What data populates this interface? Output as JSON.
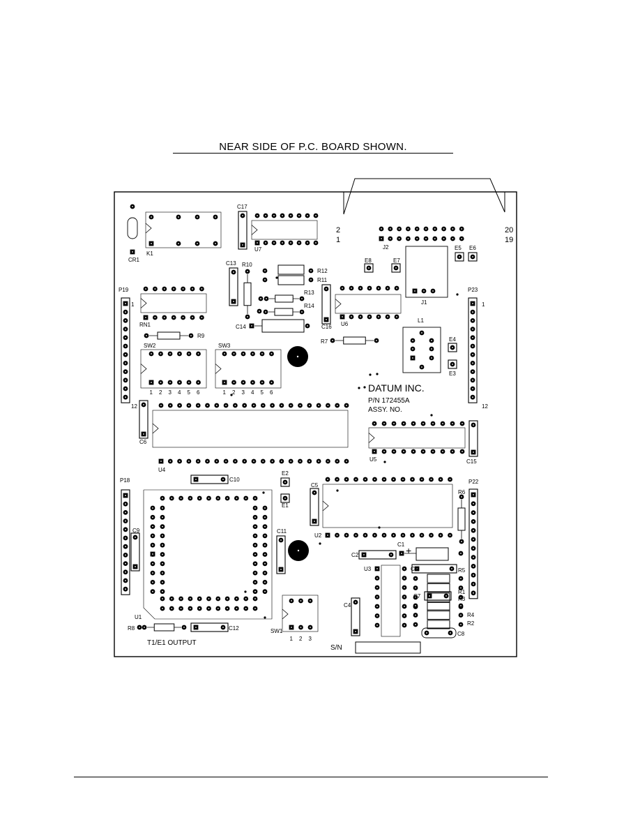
{
  "heading": "NEAR SIDE OF P.C. BOARD SHOWN.",
  "company": "DATUM INC.",
  "part_number": "P/N 172455A",
  "assembly": "ASSY. NO.",
  "serial_label": "S/N",
  "output_label": "T1/E1 OUTPUT",
  "connector_pins": {
    "j2_top_left": "2",
    "j2_bottom_left": "1",
    "j2_top_right": "20",
    "j2_bottom_right": "19",
    "p19_first": "1",
    "p19_last": "12",
    "p23_first": "1",
    "p23_last": "12",
    "rn1_pin": "1"
  },
  "switch_positions": {
    "sw2": [
      "1",
      "2",
      "3",
      "4",
      "5",
      "6"
    ],
    "sw3": [
      "1",
      "2",
      "3",
      "4",
      "5",
      "6"
    ],
    "sw1": [
      "1",
      "2",
      "3"
    ]
  },
  "refdes": {
    "U1": "U1",
    "U2": "U2",
    "U3": "U3",
    "U4": "U4",
    "U5": "U5",
    "U6": "U6",
    "U7": "U7",
    "K1": "K1",
    "CR1": "CR1",
    "RN1": "RN1",
    "SW1": "SW1",
    "SW2": "SW2",
    "SW3": "SW3",
    "J1": "J1",
    "J2": "J2",
    "L1": "L1",
    "P18": "P18",
    "P19": "P19",
    "P22": "P22",
    "P23": "P23",
    "C1": "C1",
    "C2": "C2",
    "C3": "C3",
    "C4": "C4",
    "C5": "C5",
    "C6": "C6",
    "C7": "C7",
    "C8": "C8",
    "C9": "C9",
    "C10": "C10",
    "C11": "C11",
    "C12": "C12",
    "C13": "C13",
    "C14": "C14",
    "C15": "C15",
    "C16": "C16",
    "C17": "C17",
    "R1": "R1",
    "R2": "R2",
    "R3": "R3",
    "R4": "R4",
    "R5": "R5",
    "R6": "R6",
    "R7": "R7",
    "R8": "R8",
    "R9": "R9",
    "R10": "R10",
    "R11": "R11",
    "R12": "R12",
    "R13": "R13",
    "R14": "R14",
    "E1": "E1",
    "E2": "E2",
    "E3": "E3",
    "E4": "E4",
    "E5": "E5",
    "E6": "E6",
    "E7": "E7",
    "E8": "E8"
  },
  "polarity_mark": "+"
}
